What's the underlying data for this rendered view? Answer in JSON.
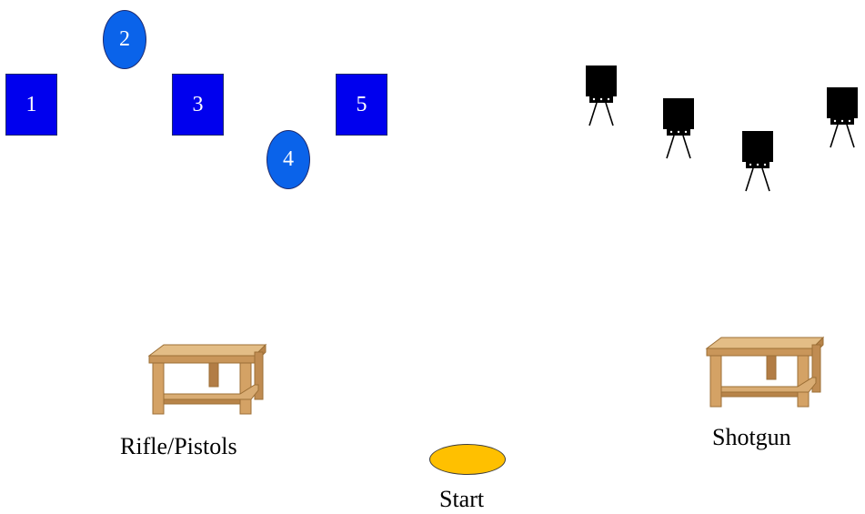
{
  "colors": {
    "square_target": "#0000ee",
    "oval_target": "#0a63ea",
    "start_marker": "#ffc000",
    "steel_target": "#000000",
    "table_wood": "#d2a66e",
    "text": "#000000"
  },
  "targets": [
    {
      "label": "1",
      "shape": "square"
    },
    {
      "label": "2",
      "shape": "oval"
    },
    {
      "label": "3",
      "shape": "square"
    },
    {
      "label": "4",
      "shape": "oval"
    },
    {
      "label": "5",
      "shape": "square"
    }
  ],
  "steel_targets": {
    "count": 4,
    "icon": "steel-plate-target-icon"
  },
  "tables": {
    "rifle_pistols": {
      "label": "Rifle/Pistols",
      "icon": "table-icon"
    },
    "shotgun": {
      "label": "Shotgun",
      "icon": "table-icon"
    }
  },
  "start": {
    "label": "Start",
    "icon": "start-marker-icon"
  }
}
